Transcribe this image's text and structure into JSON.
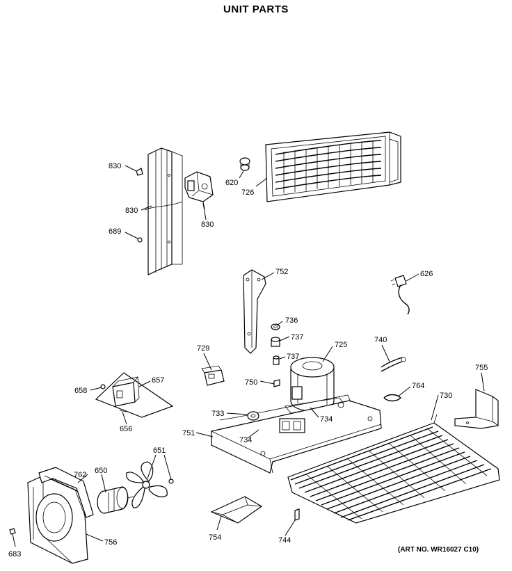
{
  "title": "UNIT PARTS",
  "art_number": "(ART NO. WR16027 C10)",
  "callouts": [
    {
      "id": "c830a",
      "text": "830"
    },
    {
      "id": "c830b",
      "text": "830"
    },
    {
      "id": "c830c",
      "text": "830"
    },
    {
      "id": "c689",
      "text": "689"
    },
    {
      "id": "c620",
      "text": "620"
    },
    {
      "id": "c726",
      "text": "726"
    },
    {
      "id": "c752",
      "text": "752"
    },
    {
      "id": "c626",
      "text": "626"
    },
    {
      "id": "c736",
      "text": "736"
    },
    {
      "id": "c737a",
      "text": "737"
    },
    {
      "id": "c737b",
      "text": "737"
    },
    {
      "id": "c725",
      "text": "725"
    },
    {
      "id": "c740",
      "text": "740"
    },
    {
      "id": "c729",
      "text": "729"
    },
    {
      "id": "c750",
      "text": "750"
    },
    {
      "id": "c755",
      "text": "755"
    },
    {
      "id": "c658",
      "text": "658"
    },
    {
      "id": "c657",
      "text": "657"
    },
    {
      "id": "c656",
      "text": "656"
    },
    {
      "id": "c764",
      "text": "764"
    },
    {
      "id": "c730",
      "text": "730"
    },
    {
      "id": "c733",
      "text": "733"
    },
    {
      "id": "c734a",
      "text": "734"
    },
    {
      "id": "c734b",
      "text": "734"
    },
    {
      "id": "c751",
      "text": "751"
    },
    {
      "id": "c651",
      "text": "651"
    },
    {
      "id": "c762",
      "text": "762"
    },
    {
      "id": "c650",
      "text": "650"
    },
    {
      "id": "c754",
      "text": "754"
    },
    {
      "id": "c744",
      "text": "744"
    },
    {
      "id": "c756",
      "text": "756"
    },
    {
      "id": "c683",
      "text": "683"
    }
  ]
}
